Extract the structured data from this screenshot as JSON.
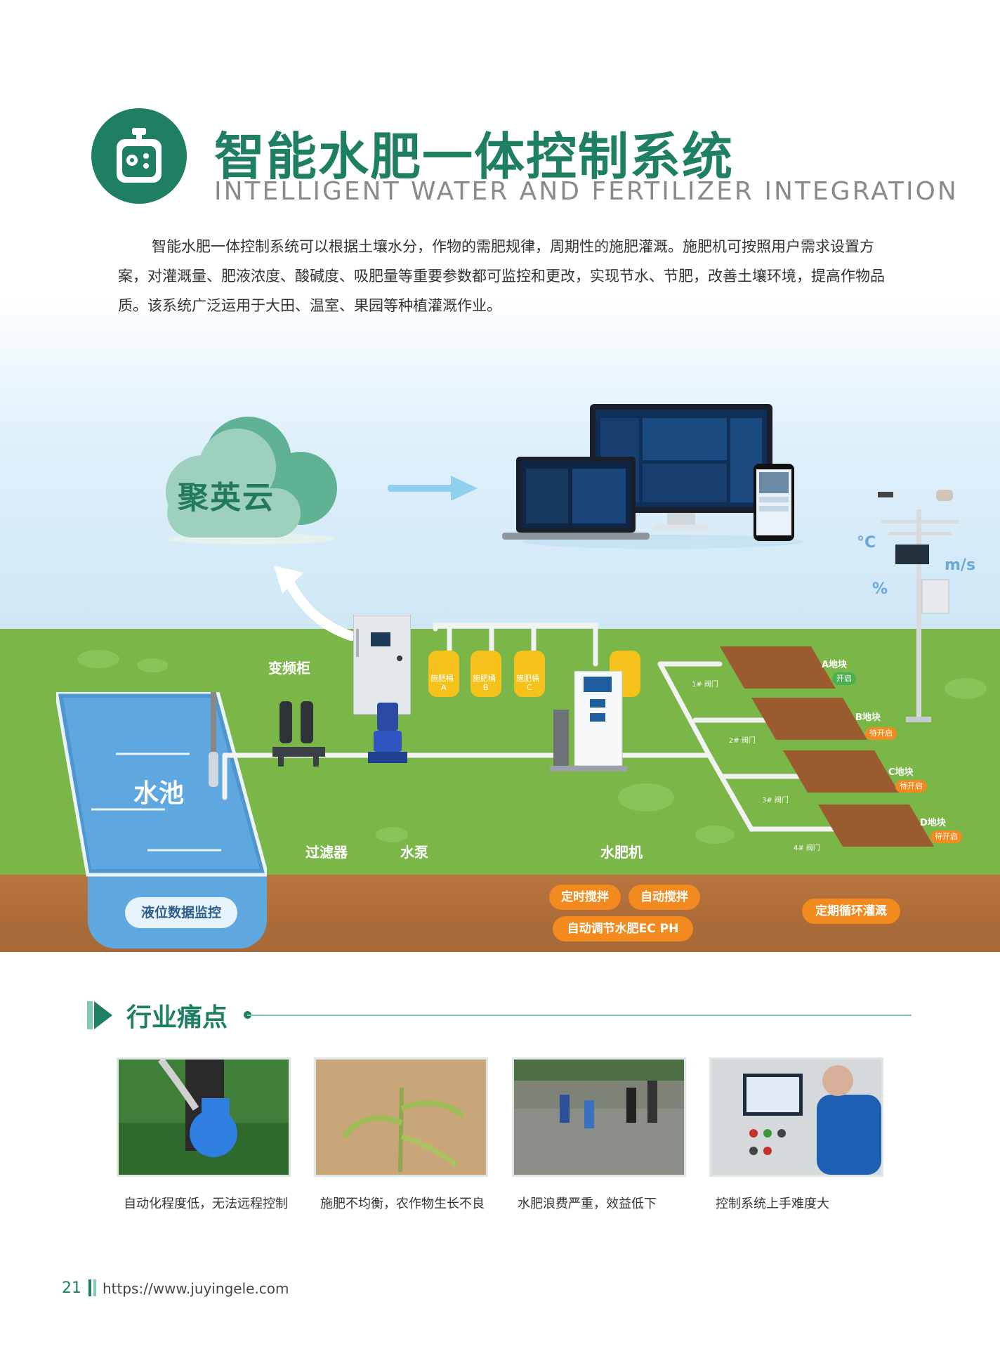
{
  "header": {
    "title_cn": "智能水肥一体控制系统",
    "title_en": "INTELLIGENT WATER AND FERTILIZER INTEGRATION",
    "intro": "智能水肥一体控制系统可以根据土壤水分，作物的需肥规律，周期性的施肥灌溉。施肥机可按照用户需求设置方案，对灌溉量、肥液浓度、酸碱度、吸肥量等重要参数都可监控和更改，实现节水、节肥，改善土壤环境，提高作物品质。该系统广泛运用于大田、温室、果园等种植灌溉作业。"
  },
  "diagram": {
    "cloud_label": "聚英云",
    "units": {
      "temp": "°C",
      "wind": "m/s",
      "humidity": "%"
    },
    "labels": {
      "cabinet": "变频柜",
      "pool": "水池",
      "filter": "过滤器",
      "pump": "水泵",
      "machine": "水肥机"
    },
    "buckets": [
      {
        "name": "施肥桶",
        "id": "A"
      },
      {
        "name": "施肥桶",
        "id": "B"
      },
      {
        "name": "施肥桶",
        "id": "C"
      }
    ],
    "fields": [
      {
        "name": "A地块",
        "status": "开启",
        "valve": "1# 阀门",
        "status_color": "#4caf50"
      },
      {
        "name": "B地块",
        "status": "待开启",
        "valve": "2# 阀门",
        "status_color": "#f28a20"
      },
      {
        "name": "C地块",
        "status": "待开启",
        "valve": "3# 阀门",
        "status_color": "#f28a20"
      },
      {
        "name": "D地块",
        "status": "待开启",
        "valve": "4# 阀门",
        "status_color": "#f28a20"
      }
    ],
    "pills": {
      "level_monitor": "液位数据监控",
      "timed_stir": "定时搅拌",
      "auto_stir": "自动搅拌",
      "auto_ec_ph": "自动调节水肥EC PH",
      "cycle_irrigation": "定期循环灌溉"
    }
  },
  "pain_points": {
    "title": "行业痛点",
    "items": [
      {
        "caption": "自动化程度低，无法远程控制"
      },
      {
        "caption": "施肥不均衡，农作物生长不良"
      },
      {
        "caption": "水肥浪费严重，效益低下"
      },
      {
        "caption": "控制系统上手难度大"
      }
    ]
  },
  "footer": {
    "page_number": "21",
    "url": "https://www.juyingele.com"
  },
  "colors": {
    "brand_green": "#1f7f63",
    "accent_orange": "#f28a20",
    "grass": "#7ab648",
    "water": "#5ea7df"
  }
}
